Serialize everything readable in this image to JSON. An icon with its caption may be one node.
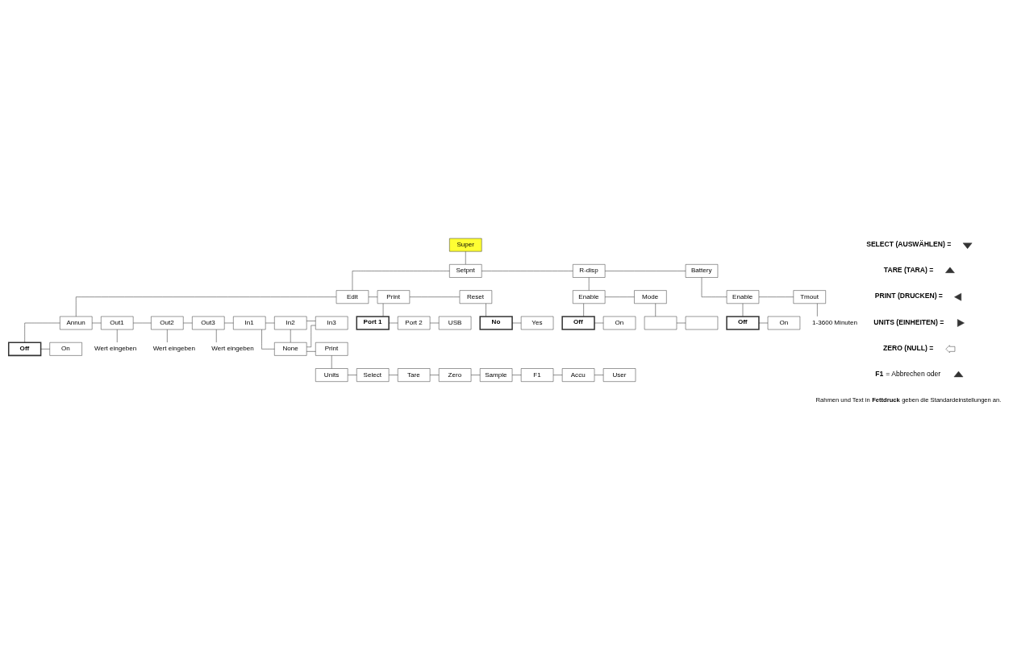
{
  "diagram": {
    "nodes": [
      {
        "text": [
          "Super"
        ]
      },
      {
        "text": [
          "Setpnt"
        ]
      },
      {
        "text": [
          "R-disp"
        ]
      },
      {
        "text": [
          "Battery"
        ]
      },
      {
        "text": [
          "Enable"
        ]
      },
      {
        "text": [
          "Tmout"
        ]
      },
      {
        "text": [
          "Off"
        ]
      },
      {
        "text": [
          "On"
        ]
      },
      {
        "text": [
          "1-3600 Minuten"
        ]
      },
      {
        "text": [
          "Enable"
        ]
      },
      {
        "text": [
          "Mode"
        ]
      },
      {
        "text": [
          "Off"
        ]
      },
      {
        "text": [
          "On"
        ]
      },
      {
        "text": [],
        "shape": "box"
      },
      {
        "text": [],
        "shape": "box"
      },
      {
        "text": [
          "Edit"
        ]
      },
      {
        "text": [
          "Print"
        ]
      },
      {
        "text": [
          "Reset"
        ]
      },
      {
        "text": [
          "Port 1"
        ]
      },
      {
        "text": [
          "Port 2"
        ]
      },
      {
        "text": [
          "USB"
        ]
      },
      {
        "text": [
          "No"
        ]
      },
      {
        "text": [
          "Yes"
        ]
      },
      {
        "text": [
          "Annun"
        ]
      },
      {
        "text": [
          "Out1"
        ]
      },
      {
        "text": [
          "Out2"
        ]
      },
      {
        "text": [
          "Out3"
        ]
      },
      {
        "text": [
          "In1"
        ]
      },
      {
        "text": [
          "In2"
        ]
      },
      {
        "text": [
          "In3"
        ]
      },
      {
        "text": [
          "Off"
        ]
      },
      {
        "text": [
          "On"
        ]
      },
      {
        "text": [
          "Wert eingeben"
        ]
      },
      {
        "text": [
          "Wert eingeben"
        ]
      },
      {
        "text": [
          "Wert eingeben"
        ]
      },
      {
        "text": [
          "None"
        ]
      },
      {
        "text": [
          "Print"
        ]
      },
      {
        "text": [
          "Units"
        ]
      },
      {
        "text": [
          "Select"
        ]
      },
      {
        "text": [
          "Tare"
        ]
      },
      {
        "text": [
          "Zero"
        ]
      },
      {
        "text": [
          "Sample"
        ]
      },
      {
        "text": [
          "F1"
        ]
      },
      {
        "text": [
          "Accu"
        ]
      },
      {
        "text": [
          "User"
        ]
      }
    ],
    "edges": [
      {
        "from": 0,
        "to": 1,
        "arrow": "none"
      },
      {
        "from": 1,
        "to": 2,
        "arrow": "none"
      },
      {
        "from": 2,
        "to": 3,
        "arrow": "none"
      },
      {
        "from": 3,
        "to": 4,
        "arrow": "none"
      },
      {
        "from": 4,
        "to": 5,
        "arrow": "none"
      },
      {
        "from": 4,
        "to": 6,
        "arrow": "none"
      },
      {
        "from": 6,
        "to": 7,
        "arrow": "none"
      },
      {
        "from": 5,
        "to": 8,
        "arrow": "none"
      },
      {
        "from": 2,
        "to": 9,
        "arrow": "none"
      },
      {
        "from": 9,
        "to": 10,
        "arrow": "none"
      },
      {
        "from": 9,
        "to": 11,
        "arrow": "none"
      },
      {
        "from": 11,
        "to": 12,
        "arrow": "none"
      },
      {
        "from": 10,
        "to": 13,
        "arrow": "none"
      },
      {
        "from": 13,
        "to": 14,
        "arrow": "none"
      },
      {
        "from": 1,
        "to": 15,
        "arrow": "none"
      },
      {
        "from": 15,
        "to": 16,
        "arrow": "none"
      },
      {
        "from": 16,
        "to": 17,
        "arrow": "none"
      },
      {
        "from": 16,
        "to": 18,
        "arrow": "none"
      },
      {
        "from": 18,
        "to": 19,
        "arrow": "none"
      },
      {
        "from": 19,
        "to": 20,
        "arrow": "none"
      },
      {
        "from": 17,
        "to": 21,
        "arrow": "none"
      },
      {
        "from": 21,
        "to": 22,
        "arrow": "none"
      },
      {
        "from": 15,
        "to": 23,
        "arrow": "none"
      },
      {
        "from": 23,
        "to": 24,
        "arrow": "none"
      },
      {
        "from": 24,
        "to": 25,
        "arrow": "none"
      },
      {
        "from": 25,
        "to": 26,
        "arrow": "none"
      },
      {
        "from": 26,
        "to": 27,
        "arrow": "none"
      },
      {
        "from": 27,
        "to": 28,
        "arrow": "none"
      },
      {
        "from": 28,
        "to": 29,
        "arrow": "none"
      },
      {
        "from": 23,
        "to": 30,
        "arrow": "none"
      },
      {
        "from": 30,
        "to": 31,
        "arrow": "none"
      },
      {
        "from": 24,
        "to": 32,
        "arrow": "none"
      },
      {
        "from": 25,
        "to": 33,
        "arrow": "none"
      },
      {
        "from": 26,
        "to": 34,
        "arrow": "none"
      },
      {
        "from": 27,
        "to": 35,
        "arrow": "none"
      },
      {
        "from": 28,
        "to": 35,
        "arrow": "none"
      },
      {
        "from": 29,
        "to": 35,
        "arrow": "none"
      },
      {
        "from": 35,
        "to": 36,
        "arrow": "none"
      },
      {
        "from": 36,
        "to": 37,
        "arrow": "none"
      },
      {
        "from": 37,
        "to": 38,
        "arrow": "none"
      },
      {
        "from": 38,
        "to": 39,
        "arrow": "none"
      },
      {
        "from": 39,
        "to": 40,
        "arrow": "none"
      },
      {
        "from": 40,
        "to": 41,
        "arrow": "none"
      },
      {
        "from": 41,
        "to": 42,
        "arrow": "none"
      },
      {
        "from": 42,
        "to": 43,
        "arrow": "none"
      },
      {
        "from": 43,
        "to": 44,
        "arrow": "none"
      }
    ],
    "labels": [
      "Rahmen und Text in **Fettdruck** geben die Standardeinstellungen an."
    ],
    "legend": [
      {
        "text": "SELECT (AUSWÄHLEN) ="
      },
      {
        "text": "TARE (TARA) ="
      },
      {
        "text": "PRINT (DRUCKEN) ="
      },
      {
        "text": "UNITS (EINHEITEN) ="
      },
      {
        "text": "ZERO (NULL) ="
      },
      {
        "text": "**F1** = Abbrechen oder"
      }
    ]
  }
}
